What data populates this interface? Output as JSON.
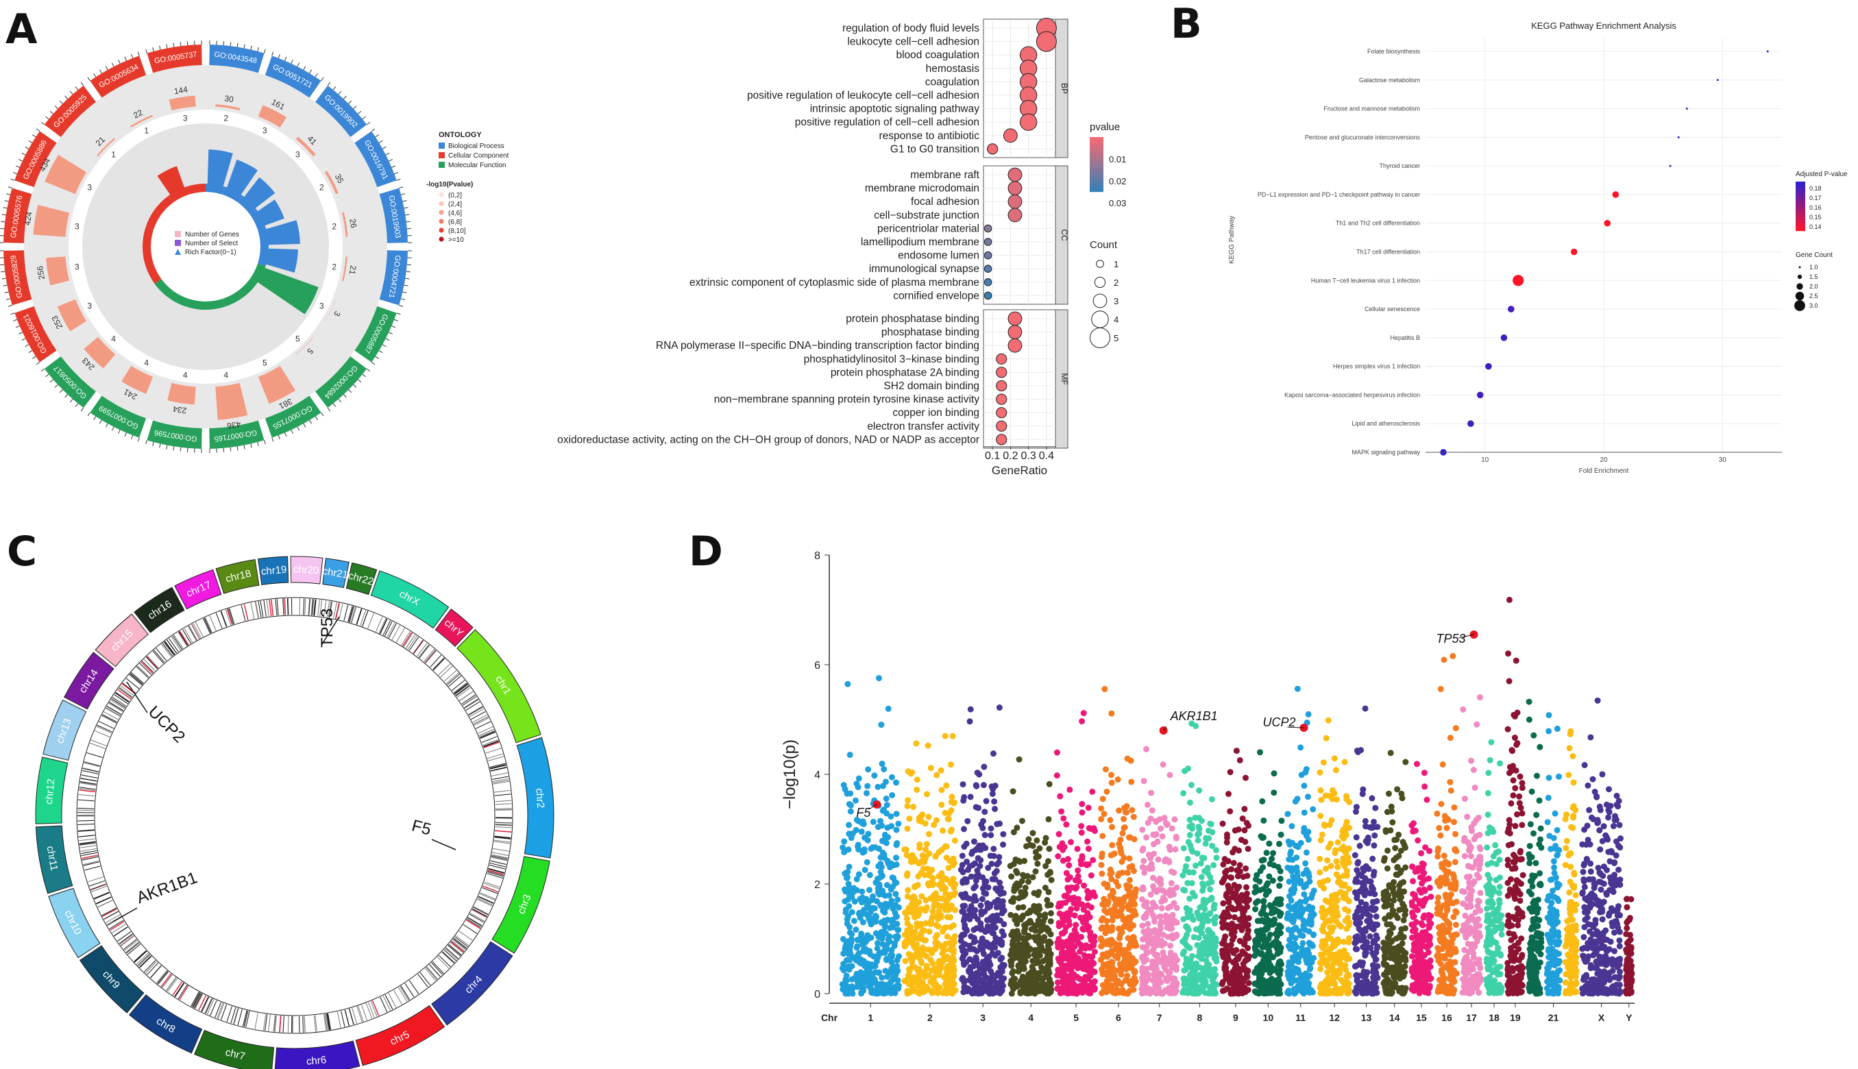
{
  "panels": {
    "a": "A",
    "b": "B",
    "c": "C",
    "d": "D"
  },
  "colors": {
    "bp": "#26a05a",
    "cc": "#e53a2b",
    "mf": "#3b86d6",
    "pv_high": "#f76b72",
    "pv_low": "#3580b6",
    "kegg_high": "#ff1428",
    "kegg_low": "#2b1fd0"
  },
  "go_circle": {
    "legend_ontology_title": "ONTOLOGY",
    "ontology": [
      "Biological Process",
      "Cellular Component",
      "Molecular Function"
    ],
    "legend_pvalue_title": "-log10(Pvalue)",
    "pvalue_bins": [
      "(0,2]",
      "(2,4]",
      "(4,6]",
      "(6,8]",
      "(8,10]",
      ">=10"
    ],
    "center_legend": [
      "Number of Genes",
      "Number of Select",
      "Rich Factor(0~1)"
    ],
    "terms": [
      {
        "id": "GO:0043548",
        "ont": "mf",
        "genes": "30",
        "select": "2",
        "rich": 0.62
      },
      {
        "id": "GO:0051721",
        "ont": "mf",
        "genes": "161",
        "select": "3",
        "rich": 0.55
      },
      {
        "id": "GO:0019902",
        "ont": "mf",
        "genes": "41",
        "select": "3",
        "rich": 0.48
      },
      {
        "id": "GO:0016791",
        "ont": "mf",
        "genes": "35",
        "select": "2",
        "rich": 0.42
      },
      {
        "id": "GO:0019903",
        "ont": "mf",
        "genes": "26",
        "select": "2",
        "rich": 0.58
      },
      {
        "id": "GO:0004721",
        "ont": "mf",
        "genes": "21",
        "select": "2",
        "rich": 0.55
      },
      {
        "id": "GO:0005887",
        "ont": "bp",
        "genes": "3",
        "select": "3",
        "rich": 0.95
      },
      {
        "id": "GO:0002684",
        "ont": "bp",
        "genes": "5",
        "select": "5",
        "rich": 0.12
      },
      {
        "id": "GO:0007155",
        "ont": "bp",
        "genes": "381",
        "select": "5",
        "rich": 0.08
      },
      {
        "id": "GO:0007165",
        "ont": "bp",
        "genes": "436",
        "select": "4",
        "rich": 0.1
      },
      {
        "id": "GO:0007596",
        "ont": "bp",
        "genes": "234",
        "select": "4",
        "rich": 0.12
      },
      {
        "id": "GO:0007599",
        "ont": "bp",
        "genes": "241",
        "select": "4",
        "rich": 0.12
      },
      {
        "id": "GO:0050817",
        "ont": "bp",
        "genes": "243",
        "select": "4",
        "rich": 0.12
      },
      {
        "id": "GO:0016021",
        "ont": "cc",
        "genes": "253",
        "select": "3",
        "rich": 0.1
      },
      {
        "id": "GO:0005829",
        "ont": "cc",
        "genes": "256",
        "select": "3",
        "rich": 0.1
      },
      {
        "id": "GO:0005576",
        "ont": "cc",
        "genes": "424",
        "select": "3",
        "rich": 0.08
      },
      {
        "id": "GO:0005886",
        "ont": "cc",
        "genes": "434",
        "select": "3",
        "rich": 0.08
      },
      {
        "id": "GO:0005925",
        "ont": "cc",
        "genes": "21",
        "select": "1",
        "rich": 0.06
      },
      {
        "id": "GO:0005634",
        "ont": "cc",
        "genes": "22",
        "select": "1",
        "rich": 0.45
      },
      {
        "id": "GO:0005737",
        "ont": "cc",
        "genes": "144",
        "select": "3",
        "rich": 0.06
      }
    ]
  },
  "go_dot": {
    "xlabel": "GeneRatio",
    "xticks": [
      "0.1",
      "0.2",
      "0.3",
      "0.4"
    ],
    "legend_pvalue_title": "pvalue",
    "legend_pvalue_ticks": [
      "0.01",
      "0.02",
      "0.03"
    ],
    "legend_count_title": "Count",
    "legend_count_ticks": [
      "1",
      "2",
      "3",
      "4",
      "5"
    ],
    "facets": [
      {
        "label": "BP",
        "terms": [
          {
            "t": "regulation of body fluid levels",
            "x": 0.4,
            "count": 5,
            "p": 0.001
          },
          {
            "t": "leukocyte cell−cell adhesion",
            "x": 0.4,
            "count": 5,
            "p": 0.001
          },
          {
            "t": "blood coagulation",
            "x": 0.3,
            "count": 4,
            "p": 0.001
          },
          {
            "t": "hemostasis",
            "x": 0.3,
            "count": 4,
            "p": 0.001
          },
          {
            "t": "coagulation",
            "x": 0.3,
            "count": 4,
            "p": 0.001
          },
          {
            "t": "positive regulation of leukocyte cell−cell adhesion",
            "x": 0.3,
            "count": 4,
            "p": 0.001
          },
          {
            "t": "intrinsic apoptotic signaling pathway",
            "x": 0.3,
            "count": 4,
            "p": 0.001
          },
          {
            "t": "positive regulation of cell−cell adhesion",
            "x": 0.3,
            "count": 4,
            "p": 0.001
          },
          {
            "t": "response to antibiotic",
            "x": 0.2,
            "count": 3,
            "p": 0.001
          },
          {
            "t": "G1 to G0 transition",
            "x": 0.1,
            "count": 2,
            "p": 0.001
          }
        ]
      },
      {
        "label": "CC",
        "terms": [
          {
            "t": "membrane raft",
            "x": 0.225,
            "count": 3,
            "p": 0.004
          },
          {
            "t": "membrane microdomain",
            "x": 0.225,
            "count": 3,
            "p": 0.004
          },
          {
            "t": "focal adhesion",
            "x": 0.225,
            "count": 3,
            "p": 0.005
          },
          {
            "t": "cell−substrate junction",
            "x": 0.225,
            "count": 3,
            "p": 0.005
          },
          {
            "t": "pericentriolar material",
            "x": 0.075,
            "count": 1,
            "p": 0.02
          },
          {
            "t": "lamellipodium membrane",
            "x": 0.075,
            "count": 1,
            "p": 0.024
          },
          {
            "t": "endosome lumen",
            "x": 0.075,
            "count": 1,
            "p": 0.026
          },
          {
            "t": "immunological synapse",
            "x": 0.075,
            "count": 1,
            "p": 0.03
          },
          {
            "t": "extrinsic component of cytoplasmic side of plasma membrane",
            "x": 0.075,
            "count": 1,
            "p": 0.033
          },
          {
            "t": "cornified envelope",
            "x": 0.075,
            "count": 1,
            "p": 0.036
          }
        ]
      },
      {
        "label": "MF",
        "terms": [
          {
            "t": "protein phosphatase binding",
            "x": 0.225,
            "count": 3,
            "p": 0.001
          },
          {
            "t": "phosphatase binding",
            "x": 0.225,
            "count": 3,
            "p": 0.001
          },
          {
            "t": "RNA polymerase II−specific DNA−binding transcription factor binding",
            "x": 0.225,
            "count": 3,
            "p": 0.001
          },
          {
            "t": "phosphatidylinositol 3−kinase binding",
            "x": 0.15,
            "count": 2,
            "p": 0.001
          },
          {
            "t": "protein phosphatase 2A binding",
            "x": 0.15,
            "count": 2,
            "p": 0.001
          },
          {
            "t": "SH2 domain binding",
            "x": 0.15,
            "count": 2,
            "p": 0.001
          },
          {
            "t": "non−membrane spanning protein tyrosine kinase activity",
            "x": 0.15,
            "count": 2,
            "p": 0.001
          },
          {
            "t": "copper ion binding",
            "x": 0.15,
            "count": 2,
            "p": 0.001
          },
          {
            "t": "electron transfer activity",
            "x": 0.15,
            "count": 2,
            "p": 0.001
          },
          {
            "t": "oxidoreductase activity, acting on the CH−OH group of donors, NAD or NADP as acceptor",
            "x": 0.15,
            "count": 2,
            "p": 0.001
          }
        ]
      }
    ]
  },
  "chart_data": [
    {
      "type": "scatter",
      "title": "KEGG Pathway Enrichment Analysis",
      "xlabel": "Fold Enrichment",
      "ylabel": "KEGG Pathway",
      "xticks": [
        "10",
        "20",
        "30"
      ],
      "xlim": [
        5,
        35
      ],
      "legend_color_title": "Adjusted P-value",
      "legend_color_ticks": [
        "0.18",
        "0.17",
        "0.16",
        "0.15",
        "0.14"
      ],
      "legend_size_title": "Gene Count",
      "legend_size_ticks": [
        "1.0",
        "1.5",
        "2.0",
        "2.5",
        "3.0"
      ],
      "points": [
        {
          "pathway": "Folate biosynthesis",
          "x": 33.8,
          "count": 1,
          "padj": 0.185
        },
        {
          "pathway": "Galactose metabolism",
          "x": 29.6,
          "count": 1,
          "padj": 0.18
        },
        {
          "pathway": "Fructose and mannose metabolism",
          "x": 27.0,
          "count": 1,
          "padj": 0.178
        },
        {
          "pathway": "Pentose and glucuronate interconversions",
          "x": 26.3,
          "count": 1,
          "padj": 0.178
        },
        {
          "pathway": "Thyroid cancer",
          "x": 25.6,
          "count": 1,
          "padj": 0.178
        },
        {
          "pathway": "PD−L1 expression and PD−1 checkpoint pathway in cancer",
          "x": 21.0,
          "count": 2,
          "padj": 0.135
        },
        {
          "pathway": "Th1 and Th2 cell differentiation",
          "x": 20.3,
          "count": 2,
          "padj": 0.135
        },
        {
          "pathway": "Th17 cell differentiation",
          "x": 17.5,
          "count": 2,
          "padj": 0.135
        },
        {
          "pathway": "Human T−cell leukemia virus 1 infection",
          "x": 12.8,
          "count": 3,
          "padj": 0.135
        },
        {
          "pathway": "Cellular senescence",
          "x": 12.2,
          "count": 2,
          "padj": 0.18
        },
        {
          "pathway": "Hepatitis B",
          "x": 11.6,
          "count": 2,
          "padj": 0.18
        },
        {
          "pathway": "Herpes simplex virus 1 infection",
          "x": 10.3,
          "count": 2,
          "padj": 0.18
        },
        {
          "pathway": "Kaposi sarcoma−associated herpesvirus infection",
          "x": 9.6,
          "count": 2,
          "padj": 0.18
        },
        {
          "pathway": "Lipid and atherosclerosis",
          "x": 8.8,
          "count": 2,
          "padj": 0.18
        },
        {
          "pathway": "MAPK signaling pathway",
          "x": 6.5,
          "count": 2,
          "padj": 0.185
        }
      ]
    },
    {
      "type": "scatter",
      "title": "",
      "xlabel": "Chr",
      "ylabel": "−log10(p)",
      "ylim": [
        0,
        8
      ],
      "yticks": [
        "0",
        "2",
        "4",
        "6",
        "8"
      ],
      "chromosomes": [
        {
          "label": "1",
          "color": "#1fa0db",
          "max": 4.6
        },
        {
          "label": "2",
          "color": "#fbbc13",
          "max": 4.8
        },
        {
          "label": "3",
          "color": "#4a3592",
          "max": 4.5
        },
        {
          "label": "4",
          "color": "#4b4d20",
          "max": 3.3
        },
        {
          "label": "5",
          "color": "#ed1878",
          "max": 4.0
        },
        {
          "label": "6",
          "color": "#f47b20",
          "max": 4.3
        },
        {
          "label": "7",
          "color": "#f08ac0",
          "max": 4.0
        },
        {
          "label": "8",
          "color": "#3fd2a9",
          "max": 4.2
        },
        {
          "label": "9",
          "color": "#8c1432",
          "max": 4.0
        },
        {
          "label": "10",
          "color": "#0a6b4f",
          "max": 3.6
        },
        {
          "label": "11",
          "color": "#1fa0db",
          "max": 4.4
        },
        {
          "label": "12",
          "color": "#fbbc13",
          "max": 4.6
        },
        {
          "label": "13",
          "color": "#4a3592",
          "max": 4.3
        },
        {
          "label": "14",
          "color": "#4b4d20",
          "max": 3.8
        },
        {
          "label": "15",
          "color": "#ed1878",
          "max": 3.6
        },
        {
          "label": "16",
          "color": "#f47b20",
          "max": 4.9
        },
        {
          "label": "17",
          "color": "#f08ac0",
          "max": 4.4
        },
        {
          "label": "18",
          "color": "#3fd2a9",
          "max": 3.8
        },
        {
          "label": "19",
          "color": "#8c1432",
          "max": 5.6
        },
        {
          "label": "",
          "color": "#0a6b4f",
          "max": 4.3
        },
        {
          "label": "21",
          "color": "#1fa0db",
          "max": 4.3
        },
        {
          "label": "",
          "color": "#fbbc13",
          "max": 4.3
        },
        {
          "label": "X",
          "color": "#4a3592",
          "max": 4.3
        },
        {
          "label": "Y",
          "color": "#8c1432",
          "max": 1.6
        }
      ],
      "highlights": [
        {
          "gene": "TP53",
          "chr": "17",
          "y": 6.55
        },
        {
          "gene": "AKR1B1",
          "chr": "7",
          "y": 4.8
        },
        {
          "gene": "UCP2",
          "chr": "11",
          "y": 4.85
        },
        {
          "gene": "F5",
          "chr": "1",
          "y": 3.45
        }
      ]
    }
  ],
  "circos": {
    "chromosomes": [
      {
        "label": "chr1",
        "color": "#76e41a"
      },
      {
        "label": "chr2",
        "color": "#1ba0e6"
      },
      {
        "label": "chr3",
        "color": "#25de23"
      },
      {
        "label": "chr4",
        "color": "#2b3aa5"
      },
      {
        "label": "chr5",
        "color": "#f11821"
      },
      {
        "label": "chr6",
        "color": "#3a16c3"
      },
      {
        "label": "chr7",
        "color": "#1f6d18"
      },
      {
        "label": "chr8",
        "color": "#123f86"
      },
      {
        "label": "chr9",
        "color": "#0f4a6b"
      },
      {
        "label": "chr10",
        "color": "#89d2f0"
      },
      {
        "label": "chr11",
        "color": "#197c87"
      },
      {
        "label": "chr12",
        "color": "#1ed58c"
      },
      {
        "label": "chr13",
        "color": "#9fd0f0"
      },
      {
        "label": "chr14",
        "color": "#7b1aa0"
      },
      {
        "label": "chr15",
        "color": "#f7b5c8"
      },
      {
        "label": "chr16",
        "color": "#1c2a1c"
      },
      {
        "label": "chr17",
        "color": "#f01ae0"
      },
      {
        "label": "chr18",
        "color": "#5a8a14"
      },
      {
        "label": "chr19",
        "color": "#1873b8"
      },
      {
        "label": "chr20",
        "color": "#f5c4f0"
      },
      {
        "label": "chr21",
        "color": "#3aa0e6"
      },
      {
        "label": "chr22",
        "color": "#287a24"
      },
      {
        "label": "chrX",
        "color": "#21d6a5"
      },
      {
        "label": "chrY",
        "color": "#e8155a"
      }
    ],
    "genes": [
      {
        "label": "TP53",
        "chr": "chr17"
      },
      {
        "label": "UCP2",
        "chr": "chr11"
      },
      {
        "label": "AKR1B1",
        "chr": "chr7"
      },
      {
        "label": "F5",
        "chr": "chr1"
      }
    ]
  }
}
